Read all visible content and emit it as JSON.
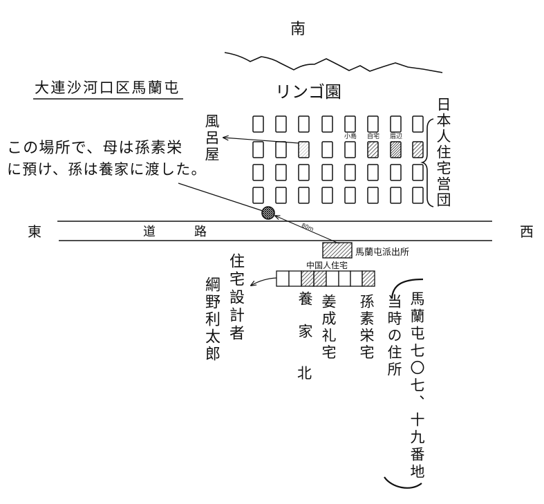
{
  "title": "大連沙河口区馬蘭屯",
  "compass": {
    "south": "南",
    "east": "東",
    "west": "西",
    "north": "北"
  },
  "apple_orchard": "リンゴ園",
  "housing_group": "日本人住宅営団",
  "bathhouse": "風呂屋",
  "note_lines": [
    "この場所で、母は孫素栄",
    "に預け、孫は養家に渡した。"
  ],
  "road": [
    "道",
    "路"
  ],
  "distance": "80m",
  "police_box": "馬蘭屯派出所",
  "chinese_housing": "中国人住宅",
  "house_labels": [
    "小島",
    "自宅",
    "眉辺"
  ],
  "designer": {
    "role": "住宅設計者",
    "name": "綱野利太郎"
  },
  "foster_home": "養家",
  "kang_house": "姜成礼宅",
  "sun_house": "孫素栄宅",
  "address": {
    "label": "当時の住所",
    "value": "馬蘭屯七〇七、十九番地"
  },
  "colors": {
    "ink": "#111111",
    "paper": "#ffffff"
  }
}
